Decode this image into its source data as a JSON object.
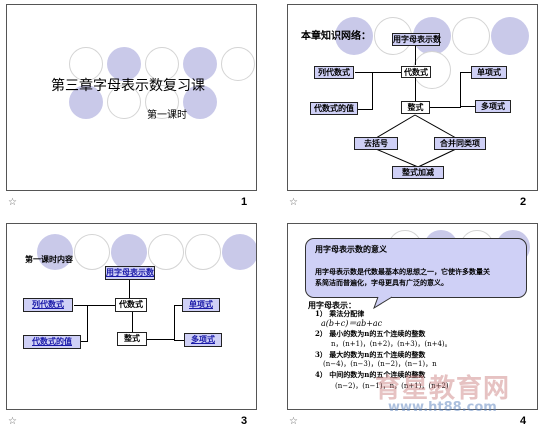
{
  "slides": [
    {
      "number": "1",
      "title": "第三章字母表示数复习课",
      "subtitle": "第一课时"
    },
    {
      "number": "2",
      "heading": "本章知识网络：",
      "nodes": {
        "root": "用字母表示数",
        "daishushi": "代数式",
        "lieshi": "列代数式",
        "qiuzhi": "代数式的值",
        "zhengshi": "整式",
        "danxiang": "单项式",
        "duoxiang": "多项式",
        "qukuohao": "去括号",
        "hebing": "合并同类项",
        "jiajian": "整式加减"
      }
    },
    {
      "number": "3",
      "heading": "第一课时内容",
      "nodes": {
        "root": "用字母表示数",
        "daishushi": "代数式",
        "lieshi": "列代数式",
        "qiuzhi": "代数式的值",
        "zhengshi": "整式",
        "danxiang": "单项式",
        "duoxiang": "多项式"
      }
    },
    {
      "number": "4",
      "callout_title": "用字母表示数的意义",
      "callout_body_1": "用字母表示数是代数最基本的思想之一，它使许多数量关",
      "callout_body_2": "系简洁而普遍化，字母更具有广泛的意义。",
      "section": "用字母表示：",
      "items": [
        {
          "label": "1）  乘法分配律",
          "expr": "a(b+c)＝ab+ac"
        },
        {
          "label": "2）  最小的数为n的五个连续的整数",
          "expr": "n，(n+1)，(n+2)，(n+3)，(n+4)。"
        },
        {
          "label": "3）  最大的数为n的五个连续的整数",
          "expr": "(n−4)，(n−3)，(n−2)，(n−1)，n"
        },
        {
          "label": "4）  中间的数为n的五个连续的整数",
          "expr": "(n−2)，(n−1)，n，(n+1)，(n+2)"
        }
      ],
      "watermark": {
        "text": "育星教育网",
        "url": "www.ht88.com"
      }
    }
  ],
  "colors": {
    "circle_fill": "#c9c9e9",
    "box_fill": "#cfd0f6",
    "callout_fill": "#cfd0f6",
    "link_text": "#1a1aa8"
  },
  "icons": {
    "corner": "star-icon"
  }
}
